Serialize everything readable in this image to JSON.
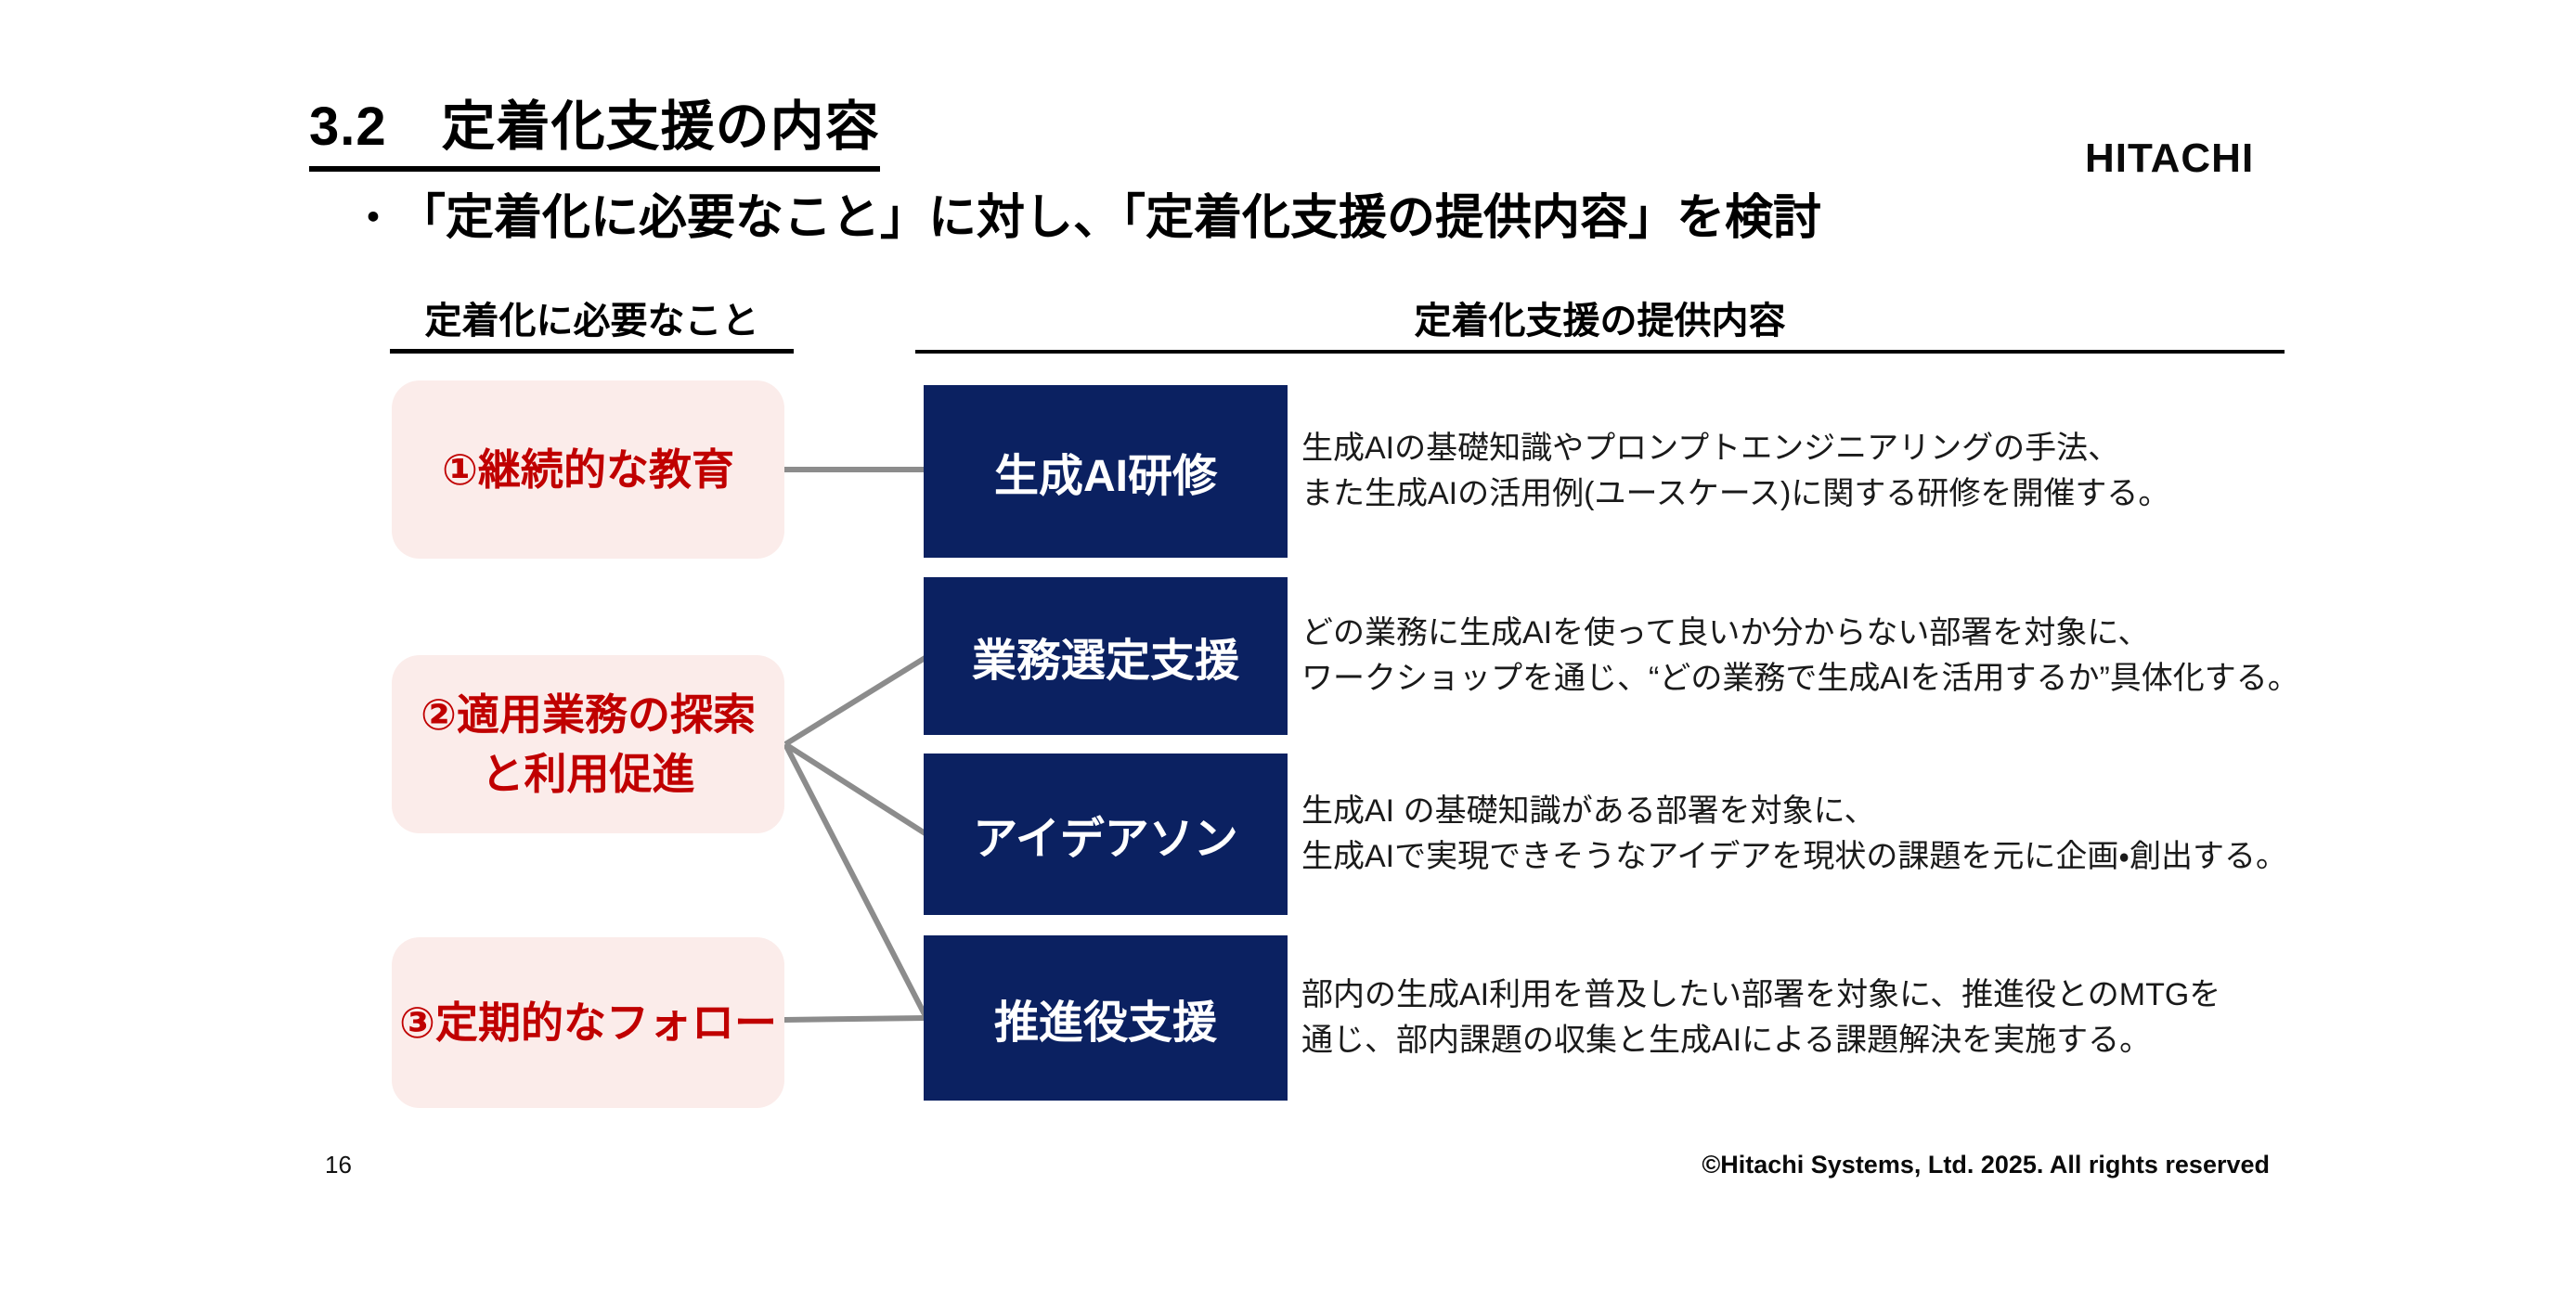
{
  "slide": {
    "title": "3.2　定着化支援の内容",
    "logo": "HITACHI",
    "bullet_marker": "・",
    "bullet": "「定着化に必要なこと」に対し、「定着化支援の提供内容」を検討",
    "left_header": "定着化に必要なこと",
    "right_header": "定着化支援の提供内容",
    "needs": [
      {
        "label": "①継続的な教育"
      },
      {
        "label": "②適用業務の探索\nと利用促進"
      },
      {
        "label": "③定期的なフォロー"
      }
    ],
    "offerings": [
      {
        "title": "生成AI研修",
        "desc": "生成AIの基礎知識やプロンプトエンジニアリングの手法、\nまた生成AIの活用例(ユースケース)に関する研修を開催する。"
      },
      {
        "title": "業務選定支援",
        "desc": "どの業務に生成AIを使って良いか分からない部署を対象に、\nワークショップを通じ、“どの業務で生成AIを活用するか”具体化する。"
      },
      {
        "title": "アイデアソン",
        "desc": "生成AI の基礎知識がある部署を対象に、\n生成AIで実現できそうなアイデアを現状の課題を元に企画・創出する。"
      },
      {
        "title": "推進役支援",
        "desc": "部内の生成AI利用を普及したい部署を対象に、推進役とのMTGを\n通じ、部内課題の収集と生成AIによる課題解決を実施する。"
      }
    ],
    "connections": [
      {
        "from_need": 0,
        "to_offerings": [
          0
        ]
      },
      {
        "from_need": 1,
        "to_offerings": [
          1,
          2,
          3
        ]
      },
      {
        "from_need": 2,
        "to_offerings": [
          3
        ]
      }
    ],
    "footer": {
      "page": "16",
      "copyright": "©Hitachi Systems, Ltd. 2025. All rights reserved"
    },
    "colors": {
      "navy": "#0b2161",
      "pink": "#fbecea",
      "red": "#c00000",
      "connector": "#8c8c8c",
      "ink": "#111111"
    }
  }
}
